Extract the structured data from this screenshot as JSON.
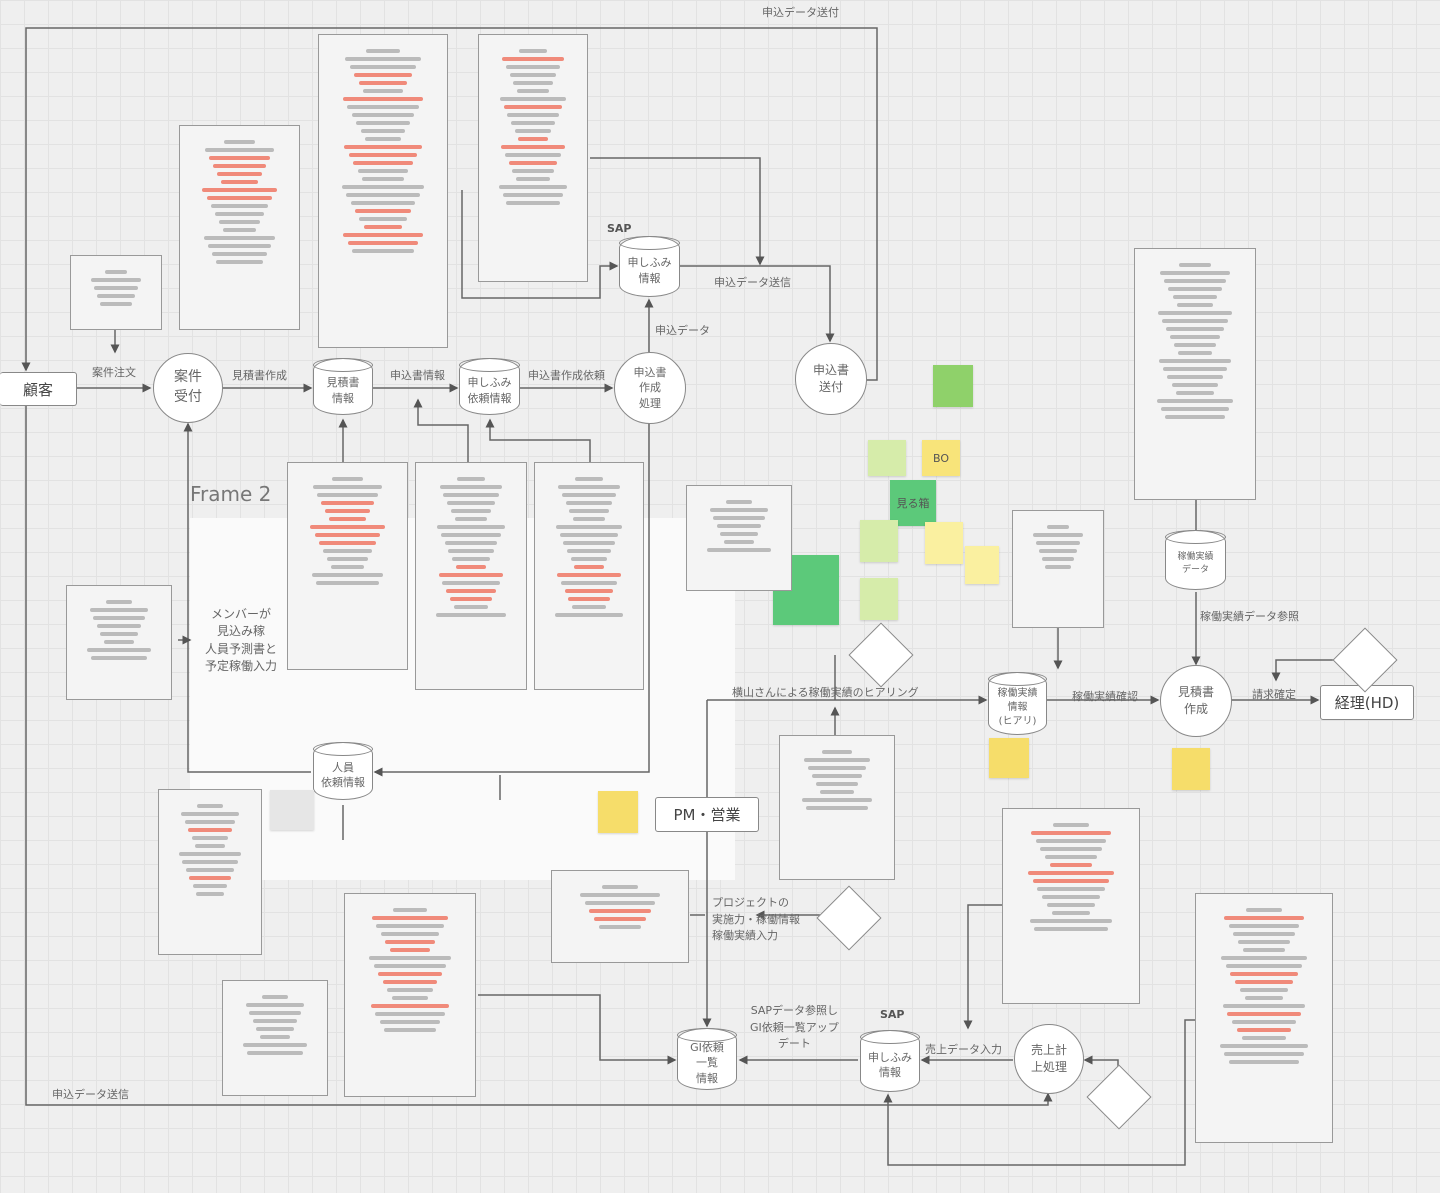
{
  "frame": {
    "label": "Frame 2"
  },
  "nodes": {
    "customer": "顧客",
    "order_intake": "案件\n受付",
    "estimate_info": "見積書\n情報",
    "application_request_info": "申しふみ\n依頼情報",
    "application_create": "申込書\n作成\n処理",
    "sap_label_top": "SAP",
    "sap_application_top": "申しふみ\n情報",
    "application_send": "申込書\n送付",
    "member_input": "メンバーが\n見込み稼\n人員予測書と\n予定稼働入力",
    "staff_request_info": "人員\n依頼情報",
    "pm_sales": "PM・営業",
    "work_record_info": "稼働実績\n情報\n(ヒアリ)",
    "invoice_create": "見積書\n作成",
    "accounting": "経理(HD)",
    "work_record_data": "稼働実績\nデータ",
    "gi_request_list": "GI依頼\n一覧\n情報",
    "sap_label_bottom": "SAP",
    "sap_application_bottom": "申しふみ\n情報",
    "sales_posting": "売上計\n上処理"
  },
  "edges": {
    "top_send": "申込データ送付",
    "order": "案件注文",
    "estimate_create": "見積書作成",
    "application_info": "申込書情報",
    "application_request": "申込書作成依頼",
    "application_data": "申込データ",
    "application_data_send": "申込データ送信",
    "hearing": "横山さんによる稼働実績のヒアリング",
    "work_confirm": "稼働実績確認",
    "work_data_ref": "稼働実績データ参照",
    "invoice_confirm": "請求確定",
    "project_input": "プロジェクトの\n実施力・稼働情報\n稼働実績入力",
    "sap_ref": "SAPデータ参照し\nGI依頼一覧アップ\nデート",
    "sales_input": "売上データ入力",
    "bottom_send": "申込データ送信"
  },
  "stickies": {
    "bo": "BO",
    "see": "見る箱"
  },
  "colors": {
    "red_text": "#f08a7a",
    "green": "#5cc97a",
    "light_green": "#c8e6a0",
    "yellow": "#f6dd6a"
  }
}
